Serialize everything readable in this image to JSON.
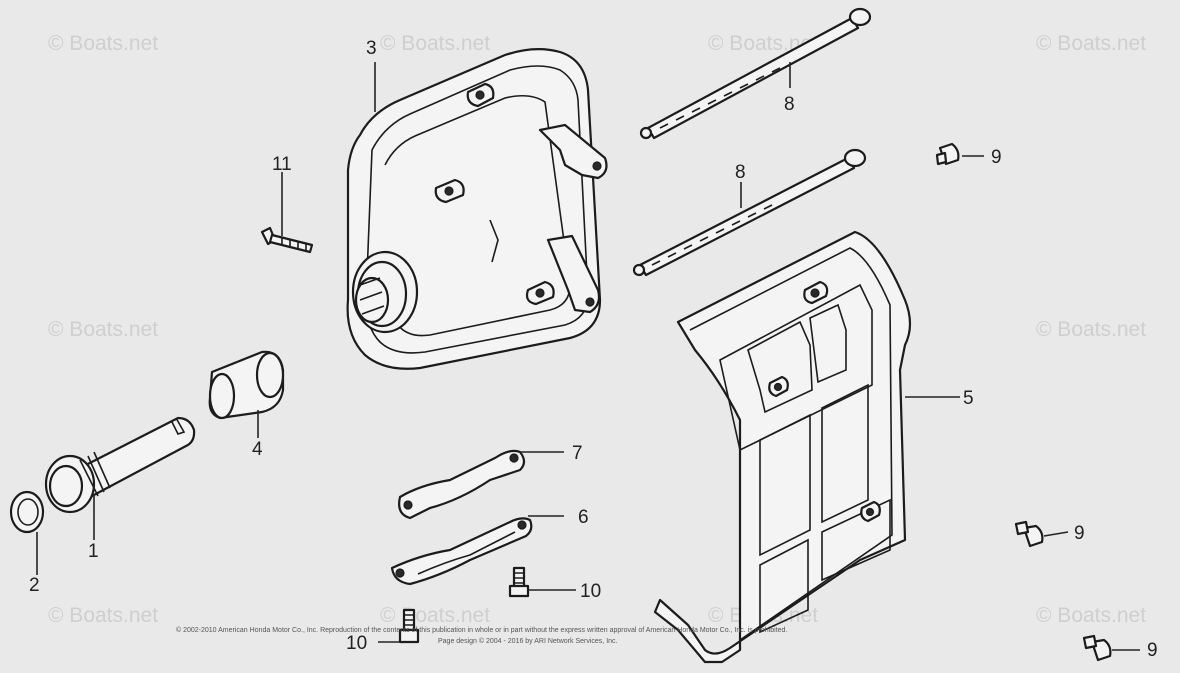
{
  "watermark": {
    "text": "© Boats.net"
  },
  "callouts": {
    "c1": "1",
    "c2": "2",
    "c3": "3",
    "c4": "4",
    "c5": "5",
    "c6": "6",
    "c7": "7",
    "c8a": "8",
    "c8b": "8",
    "c9a": "9",
    "c9b": "9",
    "c9c": "9",
    "c10a": "10",
    "c10b": "10",
    "c11": "11"
  },
  "copyright": {
    "line1": "© 2002-2010 American Honda Motor Co., Inc. Reproduction of the contents of this publication in whole or in part without the express written approval of American Honda Motor Co., Inc. is prohibited.",
    "line2": "Page design © 2004 - 2016 by ARI Network Services, Inc."
  },
  "colors": {
    "background": "#e9e9e9",
    "line": "#1c1c1c",
    "watermark": "#cfcfcf"
  }
}
